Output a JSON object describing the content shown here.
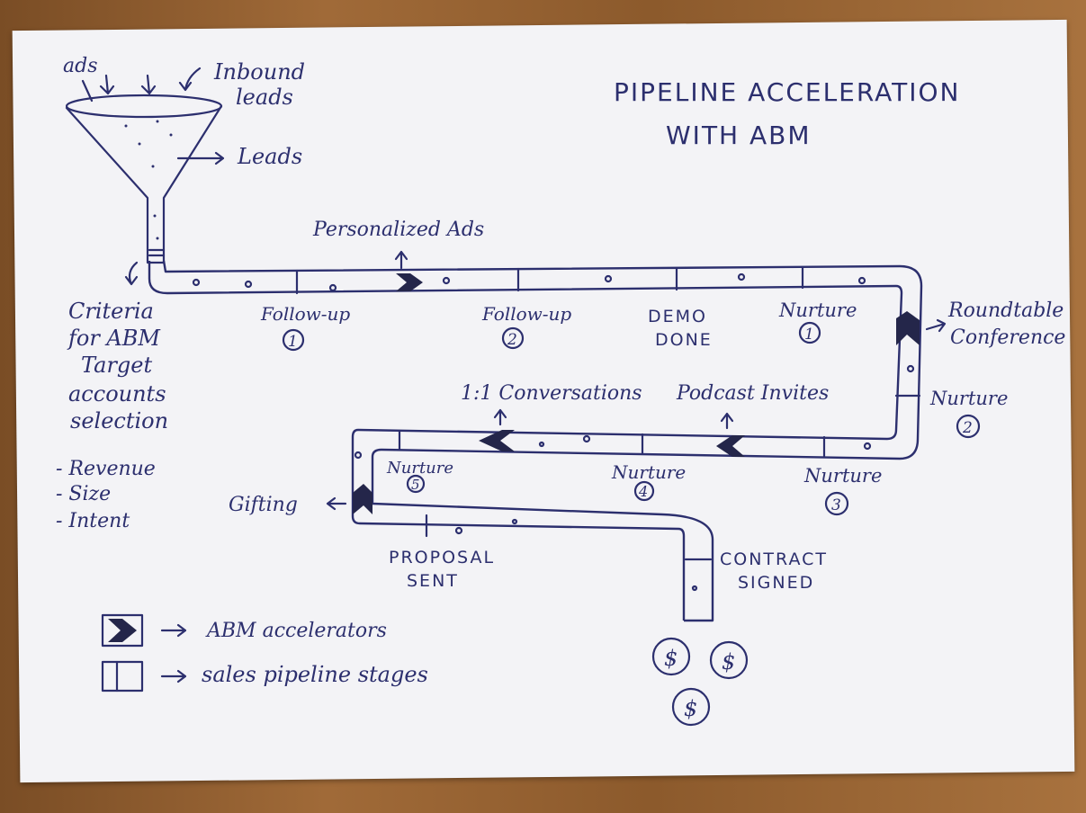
{
  "title": [
    "PIPELINE ACCELERATION",
    "WITH ABM"
  ],
  "funnel": {
    "inputs": [
      "ads",
      "Inbound",
      "leads"
    ],
    "output_label": "Leads"
  },
  "criteria": {
    "lines": [
      "Criteria",
      "for ABM",
      "Target",
      "accounts",
      "selection"
    ],
    "items": [
      "- Revenue",
      "- Size",
      "- Intent"
    ]
  },
  "stages": [
    {
      "label": "Follow-up",
      "num": "1"
    },
    {
      "label": "Follow-up",
      "num": "2"
    },
    {
      "label": "DEMO",
      "label2": "DONE"
    },
    {
      "label": "Nurture",
      "num": "1"
    },
    {
      "label": "Nurture",
      "num": "2"
    },
    {
      "label": "Nurture",
      "num": "3"
    },
    {
      "label": "Nurture",
      "num": "4"
    },
    {
      "label": "Nurture",
      "num": "5"
    },
    {
      "label": "PROPOSAL",
      "label2": "SENT"
    },
    {
      "label": "CONTRACT",
      "label2": "SIGNED"
    }
  ],
  "accelerators": [
    "Personalized Ads",
    "Roundtable",
    "Conference",
    "Podcast Invites",
    "1:1 Conversations",
    "Gifting"
  ],
  "money": [
    "$",
    "$",
    "$"
  ],
  "legend": [
    {
      "text": "ABM accelerators"
    },
    {
      "text": "sales pipeline stages"
    }
  ],
  "colors": {
    "ink": "#2c2f6e",
    "paper": "#f3f3f6",
    "table": "#8a5a2e"
  }
}
